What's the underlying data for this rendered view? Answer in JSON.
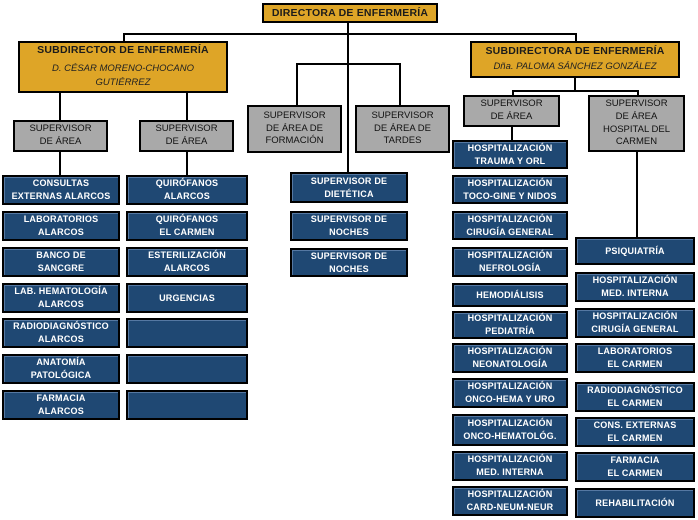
{
  "colors": {
    "gold": "#DEA527",
    "gray": "#A9A9A9",
    "navy": "#1F4873",
    "line": "#000000"
  },
  "root": {
    "title": "DIRECTORA DE ENFERMERÍA"
  },
  "left": {
    "head": "SUBDIRECTOR DE ENFERMERÍA",
    "name": "D. CÉSAR MORENO-CHOCANO\nGUTIÉRREZ",
    "sup1": "SUPERVISOR\nDE ÁREA",
    "sup2": "SUPERVISOR\nDE ÁREA",
    "col1": [
      "CONSULTAS\nEXTERNAS ALARCOS",
      "LABORATORIOS\nALARCOS",
      "BANCO DE\nSANCGRE",
      "LAB. HEMATOLOGÍA\nALARCOS",
      "RADIODIAGNÓSTICO\nALARCOS",
      "ANATOMÍA\nPATOLÓGICA",
      "FARMACIA\nALARCOS"
    ],
    "col2": [
      "QUIRÓFANOS\nALARCOS",
      "QUIRÓFANOS\nEL CARMEN",
      "ESTERILIZACIÓN\nALARCOS",
      "URGENCIAS",
      "",
      "",
      ""
    ]
  },
  "center": {
    "sup_formacion": "SUPERVISOR\nDE ÁREA DE\nFORMACIÓN",
    "sup_tardes": "SUPERVISOR\nDE ÁREA DE\nTARDES",
    "boxes": [
      "SUPERVISOR DE\nDIETÉTICA",
      "SUPERVISOR DE\nNOCHES",
      "SUPERVISOR DE\nNOCHES"
    ]
  },
  "right": {
    "head": "SUBDIRECTORA DE ENFERMERÍA",
    "name": "Dña. PALOMA SÁNCHEZ GONZÁLEZ",
    "sup1": "SUPERVISOR\nDE ÁREA",
    "sup2": "SUPERVISOR\nDE ÁREA\nHOSPITAL DEL\nCARMEN",
    "col1": [
      "HOSPITALIZACIÓN\nTRAUMA Y ORL",
      "HOSPITALIZACIÓN\nTOCO-GINE Y NIDOS",
      "HOSPITALIZACIÓN\nCIRUGÍA GENERAL",
      "HOSPITALIZACIÓN\nNEFROLOGÍA",
      "HEMODIÁLISIS",
      "HOSPITALIZACIÓN\nPEDIATRÍA",
      "HOSPITALIZACIÓN\nNEONATOLOGÍA",
      "HOSPITALIZACIÓN\nONCO-HEMA Y URO",
      "HOSPITALIZACIÓN\nONCO-HEMATOLÓG.",
      "HOSPITALIZACIÓN\nMED. INTERNA",
      "HOSPITALIZACIÓN\nCARD-NEUM-NEUR"
    ],
    "col2": [
      "PSIQUIATRÍA",
      "HOSPITALIZACIÓN\nMED. INTERNA",
      "HOSPITALIZACIÓN\nCIRUGÍA GENERAL",
      "LABORATORIOS\nEL CARMEN",
      "RADIODIAGNÓSTICO\nEL CARMEN",
      "CONS. EXTERNAS\nEL CARMEN",
      "FARMACIA\nEL CARMEN",
      "REHABILITACIÓN"
    ]
  }
}
